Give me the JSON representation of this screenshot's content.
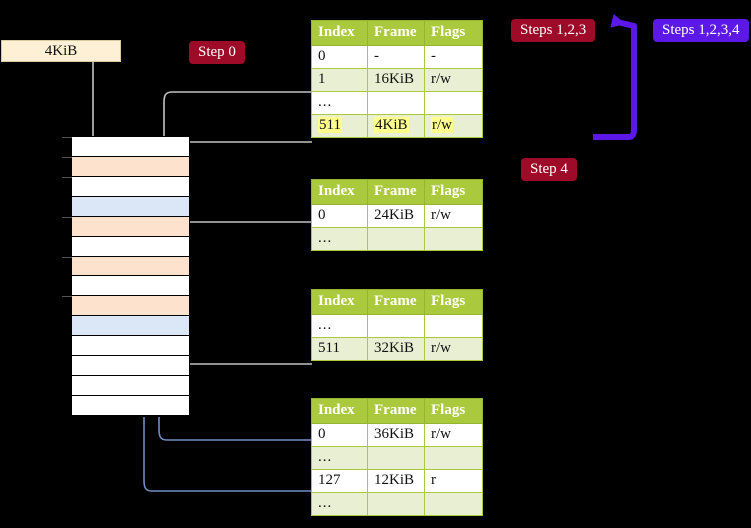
{
  "labels": {
    "size_box": "4KiB",
    "step0": "Step 0",
    "step4": "Step 4",
    "steps123": "Steps 1,2,3",
    "steps1234": "Steps 1,2,3,4"
  },
  "colors": {
    "badge_red": "#9e0b28",
    "badge_blue": "#5b18e8",
    "table_header": "#aac93c",
    "table_alt_row": "#e8efd3",
    "highlight": "#ffff8d",
    "mem_peach": "#fde3cd",
    "mem_blue": "#dbe7f7",
    "size_box_bg": "#fdf0d5",
    "wire_gray": "#b8b8b8",
    "wire_blue": "#6f8fbf"
  },
  "table_columns": [
    "Index",
    "Frame",
    "Flags"
  ],
  "tables": [
    {
      "name": "pml4-table",
      "rows": [
        {
          "index": "0",
          "frame": "-",
          "flags": "-",
          "style": "plain",
          "highlight": false
        },
        {
          "index": "1",
          "frame": "16KiB",
          "flags": "r/w",
          "style": "alt",
          "highlight": false
        },
        {
          "index": "...",
          "frame": "",
          "flags": "",
          "style": "plain",
          "highlight": false
        },
        {
          "index": "511",
          "frame": "4KiB",
          "flags": "r/w",
          "style": "alt",
          "highlight": true
        }
      ]
    },
    {
      "name": "pdpt-table",
      "rows": [
        {
          "index": "0",
          "frame": "24KiB",
          "flags": "r/w",
          "style": "plain",
          "highlight": false
        },
        {
          "index": "...",
          "frame": "",
          "flags": "",
          "style": "alt",
          "highlight": false
        }
      ]
    },
    {
      "name": "pd-table",
      "rows": [
        {
          "index": "...",
          "frame": "",
          "flags": "",
          "style": "plain",
          "highlight": false
        },
        {
          "index": "511",
          "frame": "32KiB",
          "flags": "r/w",
          "style": "alt",
          "highlight": false
        }
      ]
    },
    {
      "name": "pt-table",
      "rows": [
        {
          "index": "0",
          "frame": "36KiB",
          "flags": "r/w",
          "style": "plain",
          "highlight": false
        },
        {
          "index": "...",
          "frame": "",
          "flags": "",
          "style": "alt",
          "highlight": false
        },
        {
          "index": "127",
          "frame": "12KiB",
          "flags": "r",
          "style": "plain",
          "highlight": false
        },
        {
          "index": "...",
          "frame": "",
          "flags": "",
          "style": "alt",
          "highlight": false
        }
      ]
    }
  ],
  "memory_rows": [
    {
      "fill": "white"
    },
    {
      "fill": "peach"
    },
    {
      "fill": "white"
    },
    {
      "fill": "blue"
    },
    {
      "fill": "peach"
    },
    {
      "fill": "white"
    },
    {
      "fill": "peach"
    },
    {
      "fill": "white"
    },
    {
      "fill": "peach"
    },
    {
      "fill": "blue"
    },
    {
      "fill": "white"
    },
    {
      "fill": "white"
    },
    {
      "fill": "white"
    },
    {
      "fill": "white"
    }
  ]
}
